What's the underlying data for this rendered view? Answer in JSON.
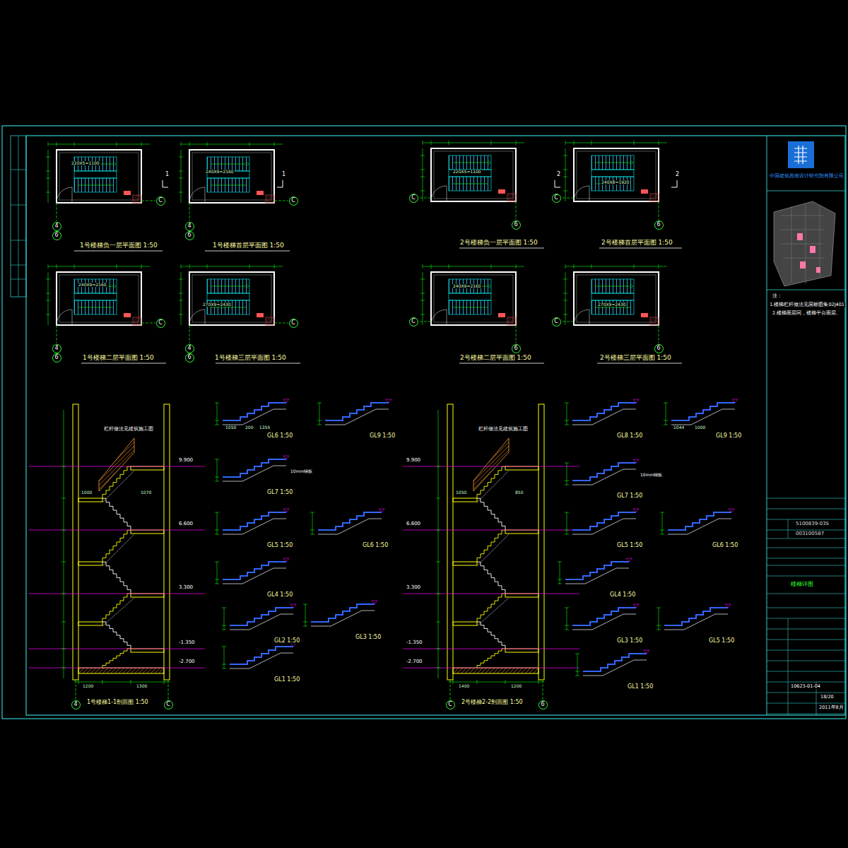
{
  "diagram": {
    "nodes": [
      {
        "text": [
          "4"
        ]
      },
      {
        "text": [
          "6"
        ]
      },
      {
        "text": [
          "C"
        ]
      },
      {
        "text": [
          "4"
        ]
      },
      {
        "text": [
          "6"
        ]
      },
      {
        "text": [
          "C"
        ]
      },
      {
        "text": [
          "C"
        ]
      },
      {
        "text": [
          "6"
        ]
      },
      {
        "text": [
          "C"
        ]
      },
      {
        "text": [
          "6"
        ]
      },
      {
        "text": [
          "4"
        ]
      },
      {
        "text": [
          "6"
        ]
      },
      {
        "text": [
          "C"
        ]
      },
      {
        "text": [
          "4"
        ]
      },
      {
        "text": [
          "6"
        ]
      },
      {
        "text": [
          "C"
        ]
      },
      {
        "text": [
          "C"
        ]
      },
      {
        "text": [
          "6"
        ]
      },
      {
        "text": [
          "C"
        ]
      },
      {
        "text": [
          "6"
        ]
      },
      {
        "text": [
          "4"
        ]
      },
      {
        "text": [
          "C"
        ]
      },
      {
        "text": [
          "C"
        ]
      },
      {
        "text": [
          "6"
        ]
      }
    ],
    "labels": [
      "1号楼梯负一层平面图 1:50",
      "1号楼梯首层平面图 1:50",
      "2号楼梯负一层平面图 1:50",
      "2号楼梯首层平面图 1:50",
      "1号楼梯二层平面图 1:50",
      "1号楼梯三层平面图 1:50",
      "2号楼梯二层平面图 1:50",
      "2号楼梯三层平面图 1:50",
      "1号楼梯1-1剖面图 1:50",
      "2号楼梯2-2剖面图 1:50",
      "GL6 1:50",
      "GL9 1:50",
      "GL7 1:50",
      "GL5 1:50",
      "GL6 1:50",
      "GL4 1:50",
      "GL2 1:50",
      "GL3 1:50",
      "GL1 1:50",
      "GL8 1:50",
      "GL9 1:50",
      "GL7 1:50",
      "GL5 1:50",
      "GL6 1:50",
      "GL4 1:50",
      "GL3 1:50",
      "GL5 1:50",
      "GL1 1:50",
      "注：",
      "1.楼梯栏杆做法见国标图集02J401",
      "2.楼梯面层同，楼梯平台面层。",
      "中国建筑西南设计研究院有限公司",
      "5100839-03S",
      "003100587",
      "楼梯详图",
      "10623-01-04",
      "18/20",
      "2011年8月",
      "1",
      "1",
      "2",
      "2",
      "220X5=1100",
      "240X9=2160",
      "220X5=1100",
      "240X8=1920",
      "240X9=2160",
      "270X9=2430",
      "240X9=2160",
      "270X9=2430",
      "9.900",
      "6.600",
      "3.300",
      "-1.350",
      "-2.700",
      "9.900",
      "6.600",
      "3.300",
      "-1.350",
      "-2.700",
      "栏杆做法见建筑施工图",
      "栏杆做法见建筑施工图",
      "1000",
      "1070",
      "1200",
      "1300",
      "1050",
      "850",
      "1400",
      "1200",
      "1050",
      "200",
      "1355",
      "1044",
      "1000",
      "10mm钢板",
      "10mm钢板"
    ]
  }
}
